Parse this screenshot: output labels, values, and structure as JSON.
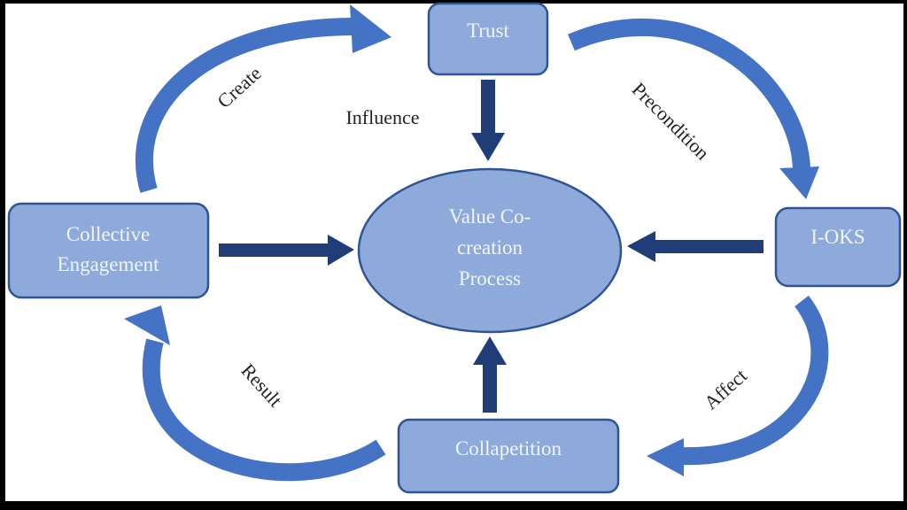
{
  "nodes": {
    "trust": "Trust",
    "collective_engagement": [
      "Collective",
      "Engagement"
    ],
    "i_oks": "I-OKS",
    "collapetition": "Collapetition",
    "center": [
      "Value Co-",
      "creation",
      "Process"
    ]
  },
  "edge_labels": {
    "create": "Create",
    "influence": "Influence",
    "precondition": "Precondition",
    "affect": "Affect",
    "result": "Result"
  },
  "colors": {
    "box_fill": "#8eaadb",
    "box_border": "#2f5496",
    "curved_arrow": "#4472c4",
    "straight_arrow": "#203d78"
  }
}
